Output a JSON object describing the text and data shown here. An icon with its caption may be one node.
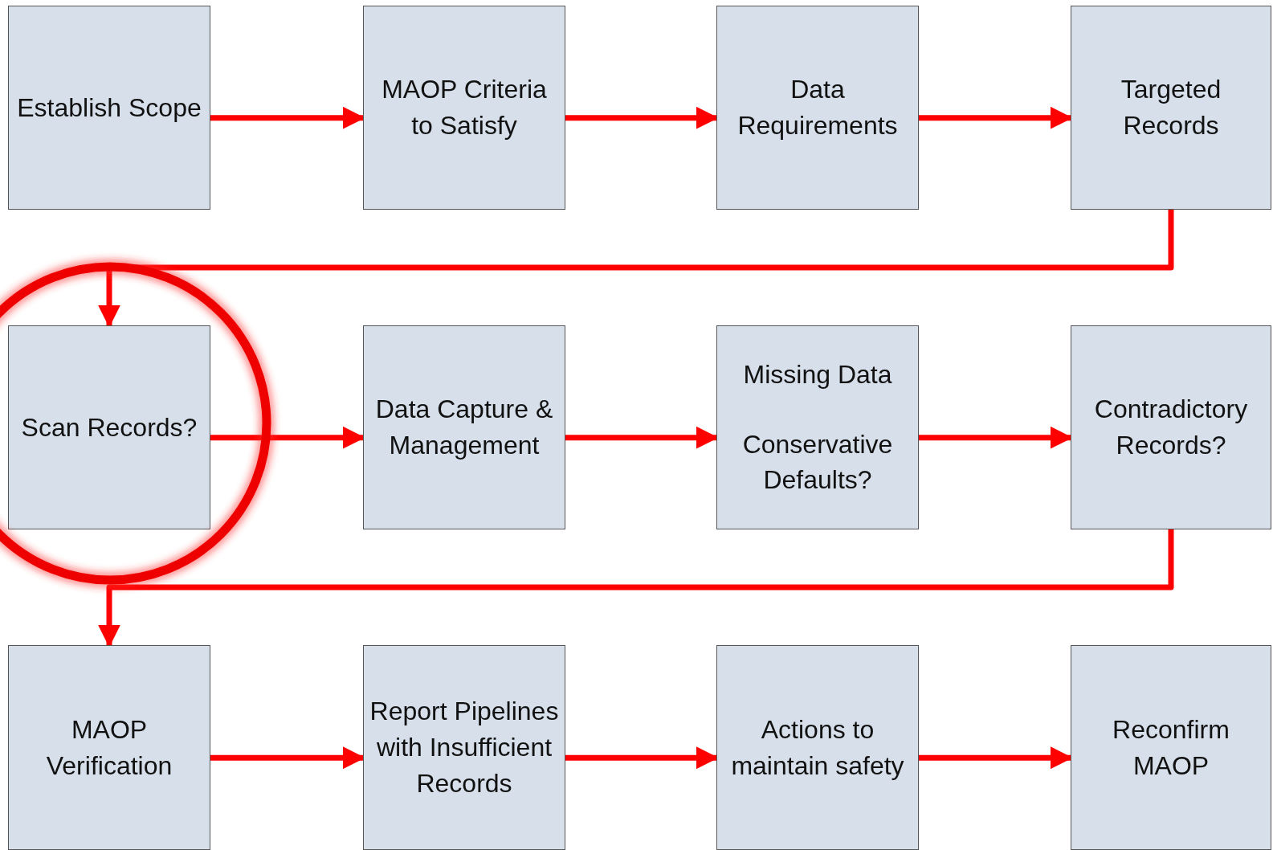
{
  "diagram": {
    "nodes": [
      {
        "text": [
          "Establish Scope"
        ]
      },
      {
        "text": [
          "MAOP Criteria to Satisfy"
        ]
      },
      {
        "text": [
          "Data Requirements"
        ]
      },
      {
        "text": [
          "Targeted Records"
        ]
      },
      {
        "text": [
          "Scan Records?"
        ]
      },
      {
        "text": [
          "Data Capture & Management"
        ]
      },
      {
        "text": [
          "Missing Data",
          "Conservative Defaults?"
        ]
      },
      {
        "text": [
          "Contradictory Records?"
        ]
      },
      {
        "text": [
          "MAOP Verification"
        ]
      },
      {
        "text": [
          "Report Pipelines with Insufficient Records"
        ]
      },
      {
        "text": [
          "Actions to maintain safety"
        ]
      },
      {
        "text": [
          "Reconfirm MAOP"
        ]
      }
    ],
    "edges": [
      {
        "from": 0,
        "to": 1,
        "arrow": "to"
      },
      {
        "from": 1,
        "to": 2,
        "arrow": "to"
      },
      {
        "from": 2,
        "to": 3,
        "arrow": "to"
      },
      {
        "from": 3,
        "to": 4,
        "arrow": "to"
      },
      {
        "from": 4,
        "to": 5,
        "arrow": "to"
      },
      {
        "from": 5,
        "to": 6,
        "arrow": "to"
      },
      {
        "from": 6,
        "to": 7,
        "arrow": "to"
      },
      {
        "from": 7,
        "to": 8,
        "arrow": "to"
      },
      {
        "from": 8,
        "to": 9,
        "arrow": "to"
      },
      {
        "from": 9,
        "to": 10,
        "arrow": "to"
      },
      {
        "from": 10,
        "to": 11,
        "arrow": "to"
      }
    ]
  }
}
